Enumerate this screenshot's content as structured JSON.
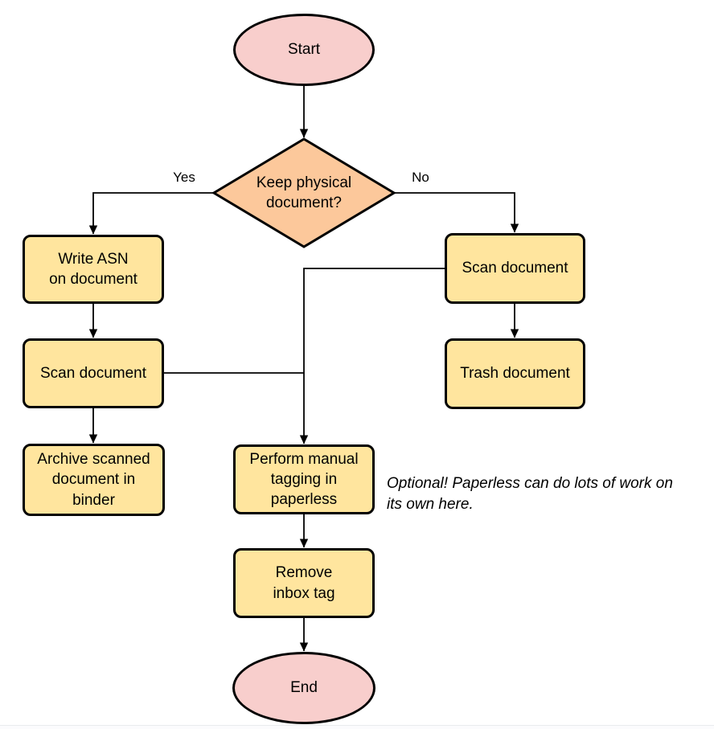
{
  "diagram": {
    "type": "flowchart",
    "nodes": {
      "start": {
        "label": "Start",
        "shape": "ellipse"
      },
      "decision": {
        "label": "Keep physical\ndocument?",
        "shape": "diamond"
      },
      "write_asn": {
        "label": "Write ASN\non document",
        "shape": "process"
      },
      "scan_left": {
        "label": "Scan document",
        "shape": "process"
      },
      "archive": {
        "label": "Archive scanned\ndocument in\nbinder",
        "shape": "process"
      },
      "scan_right": {
        "label": "Scan document",
        "shape": "process"
      },
      "trash": {
        "label": "Trash document",
        "shape": "process"
      },
      "tagging": {
        "label": "Perform manual\ntagging in\npaperless",
        "shape": "process"
      },
      "remove_inbox": {
        "label": "Remove\ninbox tag",
        "shape": "process"
      },
      "end": {
        "label": "End",
        "shape": "ellipse"
      }
    },
    "edge_labels": {
      "yes": "Yes",
      "no": "No"
    },
    "note": "Optional! Paperless can do lots of work on\nits own here.",
    "colors": {
      "terminal_fill": "#f8cecc",
      "decision_fill": "#fcc89b",
      "process_fill": "#ffe59e",
      "stroke": "#000000"
    }
  }
}
